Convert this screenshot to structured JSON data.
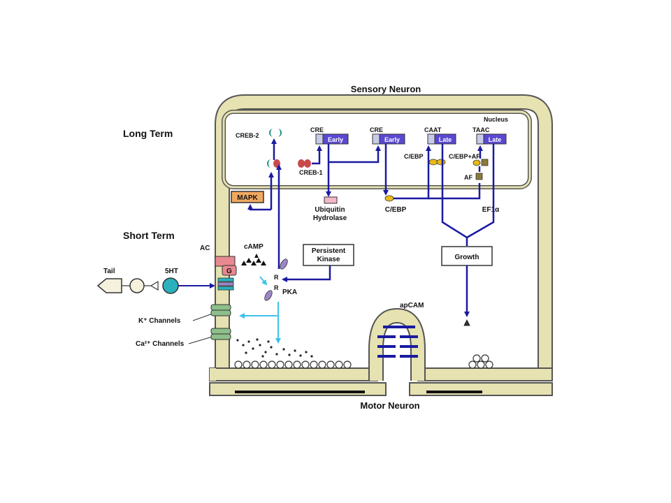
{
  "title": "Sensory Neuron",
  "bottom_label": "Motor Neuron",
  "section_labels": {
    "long_term": "Long Term",
    "short_term": "Short Term"
  },
  "nucleus_label": "Nucleus",
  "nuclear": {
    "creb2": "CREB-2",
    "creb1": "CREB-1",
    "cre1": "CRE",
    "cre2": "CRE",
    "caat": "CAAT",
    "taac": "TAAC",
    "early1": "Early",
    "early2": "Early",
    "late1": "Late",
    "late2": "Late",
    "cebp_nuc": "C/EBP",
    "cebp_af": "C/EBP+AF",
    "af": "AF"
  },
  "cytoplasm": {
    "mapk": "MAPK",
    "ubiquitin_line1": "Ubiquitin",
    "ubiquitin_line2": "Hydrolase",
    "cebp": "C/EBP",
    "ef1a": "EF1α",
    "persistent_line1": "Persistent",
    "persistent_line2": "Kinase",
    "growth": "Growth",
    "camp": "cAMP",
    "pka": "PKA",
    "apcam": "apCAM"
  },
  "membrane": {
    "ac": "AC",
    "g": "G",
    "tail": "Tail",
    "five_ht": "5HT",
    "k_channels": "K⁺ Channels",
    "ca_channels": "Ca²⁺ Channels"
  },
  "colors": {
    "membrane_fill": "#e6e2b1",
    "membrane_stroke": "#555555",
    "arrow_blue": "#1a1aa0",
    "light_blue": "#3ec2ec",
    "gene_box": "#5a48d2",
    "mapk": "#f0a860",
    "ac": "#e88890",
    "channel_green": "#8dbf8a",
    "teal": "#2ab1bd",
    "creb2": "#1d8f7f",
    "creb1": "#c94a4a",
    "cebp_yellow": "#e9bb1a",
    "pka_purple": "#9b86c8"
  }
}
